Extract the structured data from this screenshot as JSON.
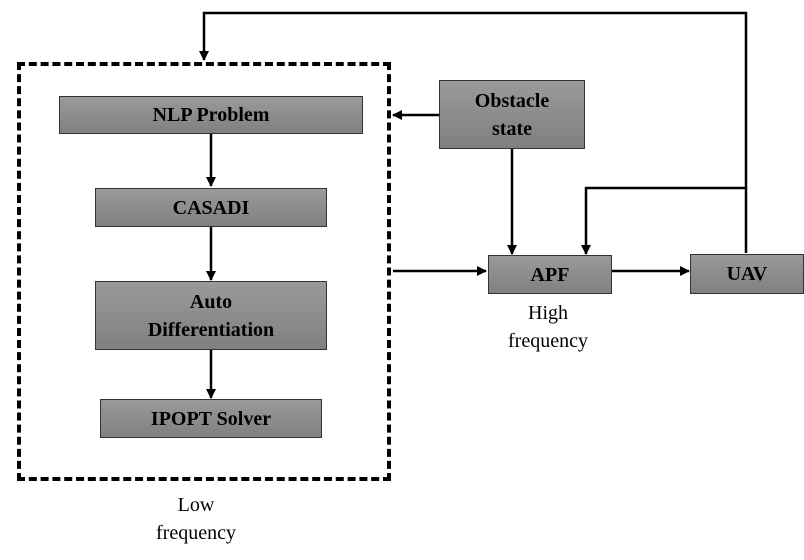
{
  "blocks": {
    "nlp_problem": "NLP Problem",
    "casadi": "CASADI",
    "auto_diff_line1": "Auto",
    "auto_diff_line2": "Differentiation",
    "ipopt": "IPOPT Solver",
    "obstacle_line1": "Obstacle",
    "obstacle_line2": "state",
    "apf": "APF",
    "uav": "UAV"
  },
  "captions": {
    "low_line1": "Low",
    "low_line2": "frequency",
    "high_line1": "High",
    "high_line2": "frequency"
  }
}
